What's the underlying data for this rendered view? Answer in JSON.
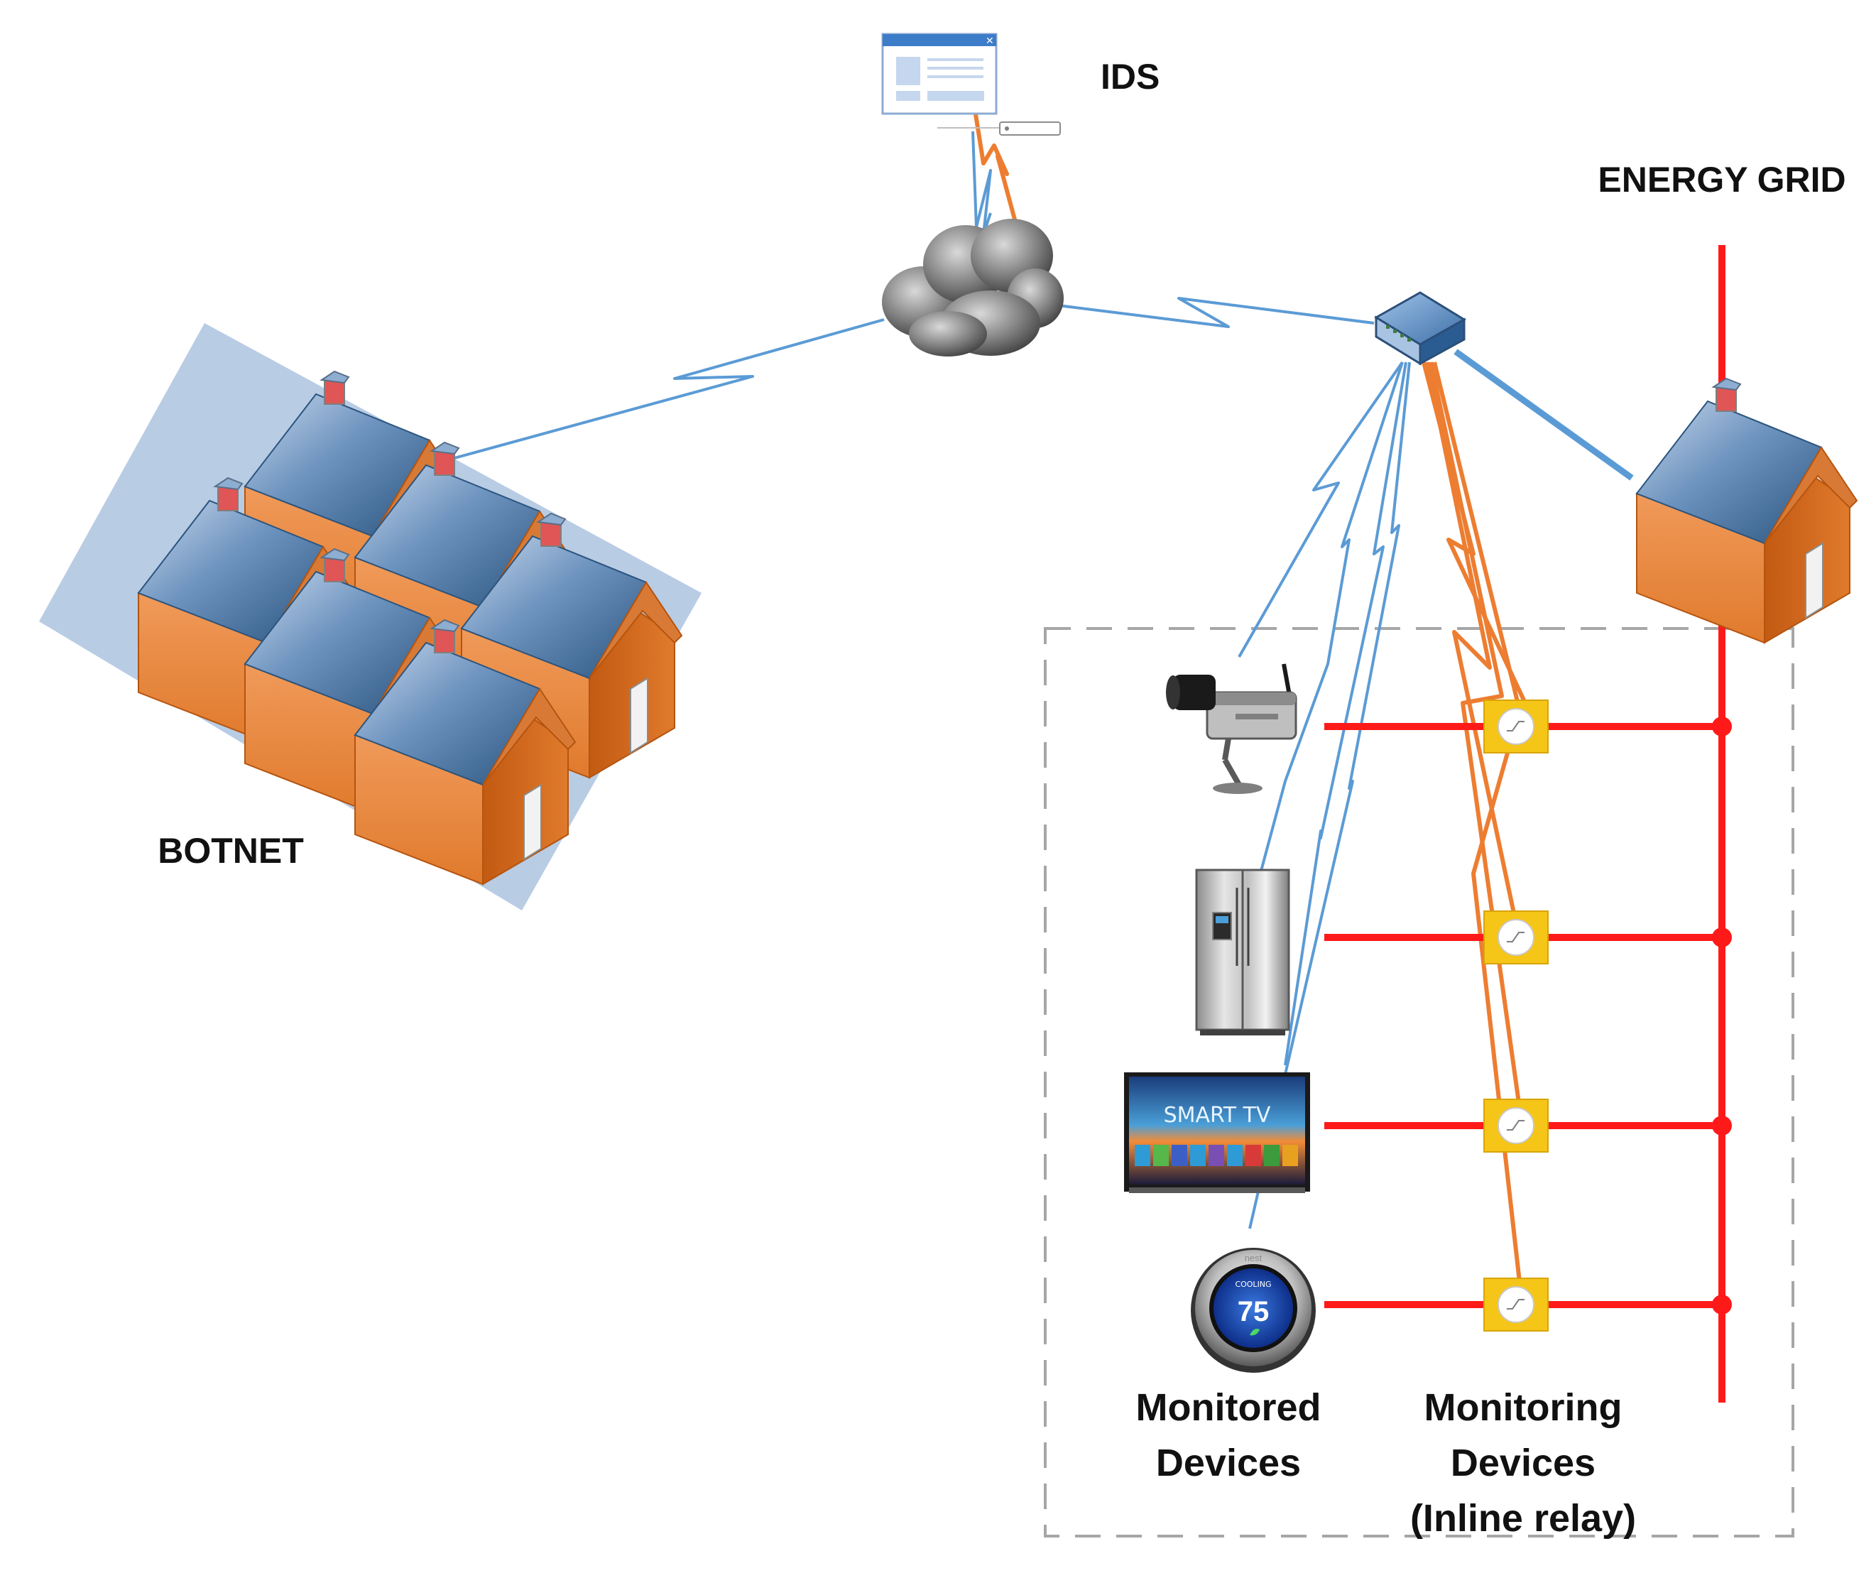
{
  "labels": {
    "ids": "IDS",
    "energy_grid": "ENERGY GRID",
    "botnet": "BOTNET",
    "monitored_line1": "Monitored",
    "monitored_line2": "Devices",
    "monitoring_line1": "Monitoring",
    "monitoring_line2": "Devices",
    "monitoring_line3": "(Inline relay)"
  },
  "device_text": {
    "tv_brand": "SMART TV",
    "thermostat_value": "75",
    "thermostat_brand": "nest",
    "thermostat_mode": "COOLING"
  },
  "colors": {
    "wireless_link": "#5b9bd5",
    "ids_link": "#ed7d31",
    "power_line": "#ff1a1a",
    "relay_box": "#f5c518",
    "botnet_area": "#b8cce4",
    "house_wall": "#e8823a",
    "house_roof": "#4f7faf",
    "boundary": "#a6a6a6"
  },
  "icons": {
    "ids": "ids-monitor-icon",
    "cloud": "internet-cloud-icon",
    "router": "router-icon",
    "house": "house-icon",
    "camera": "ip-camera-icon",
    "fridge": "smart-fridge-icon",
    "tv": "smart-tv-icon",
    "thermostat": "smart-thermostat-icon",
    "relay": "inline-relay-icon"
  }
}
